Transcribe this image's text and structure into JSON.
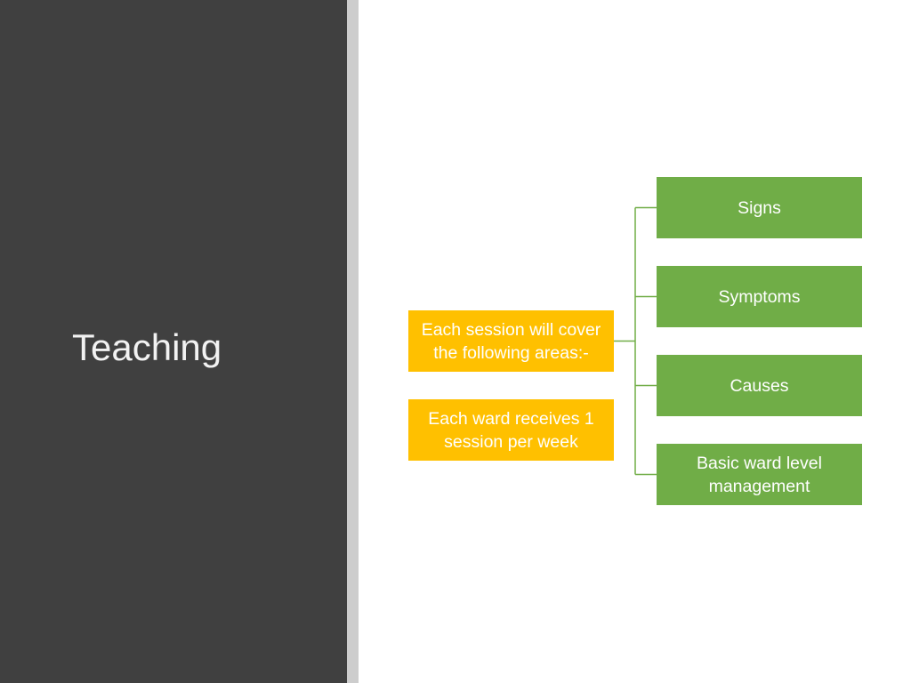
{
  "slide": {
    "title": "Teaching"
  },
  "diagram": {
    "root": {
      "label": "Each session will cover the following areas:-"
    },
    "note": {
      "label": "Each ward receives 1 session per week"
    },
    "areas": [
      {
        "label": "Signs"
      },
      {
        "label": "Symptoms"
      },
      {
        "label": "Causes"
      },
      {
        "label": "Basic ward level management"
      }
    ]
  },
  "colors": {
    "left_panel": "#404040",
    "divider": "#cdcdcd",
    "orange": "#ffc000",
    "green": "#70ad47",
    "connector": "#70ad47"
  }
}
